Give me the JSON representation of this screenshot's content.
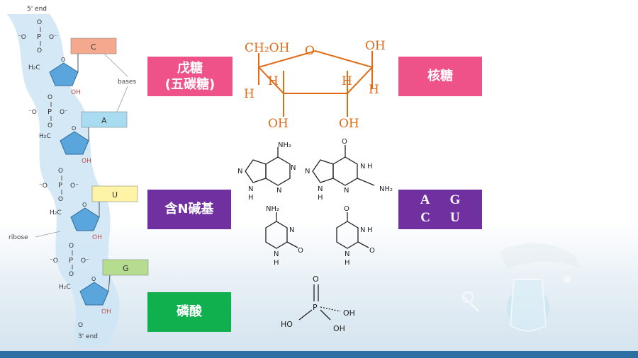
{
  "rna_strand": {
    "five_prime": "5' end",
    "three_prime": "3' end",
    "bases_label": "bases",
    "ribose_label": "ribose",
    "o_label": "O",
    "p_label": "P",
    "neg_o_label": "⁻O",
    "o_minus_label": "O⁻",
    "h2c_label": "H₂C",
    "oh_label": "OH",
    "bases": [
      "C",
      "A",
      "U",
      "G"
    ]
  },
  "labels": {
    "pentose_line1": "戊糖",
    "pentose_line2": "(五碳糖)",
    "ribose": "核糖",
    "base": "含N碱基",
    "base_letters_row1": [
      "A",
      "G"
    ],
    "base_letters_row2": [
      "C",
      "U"
    ],
    "phosphate": "磷酸"
  },
  "ribose_structure": {
    "ch2oh": "CH₂OH",
    "ring_o": "O",
    "oh": "OH",
    "h": "H"
  },
  "chem": {
    "nh2": "NH₂",
    "n": "N",
    "h": "H",
    "o": "O",
    "p": "P",
    "oh": "OH",
    "ho": "HO"
  },
  "colors": {
    "pink": "#ef5289",
    "purple": "#7030a0",
    "green": "#11b04f",
    "orange": "#e06a15",
    "strand": "#cfe5f5",
    "ribose_fill": "#5aa6dc",
    "base_c": "#f4a98f",
    "base_a": "#a9dcf1",
    "base_u": "#fff3a6",
    "base_g": "#b5dc8f"
  }
}
